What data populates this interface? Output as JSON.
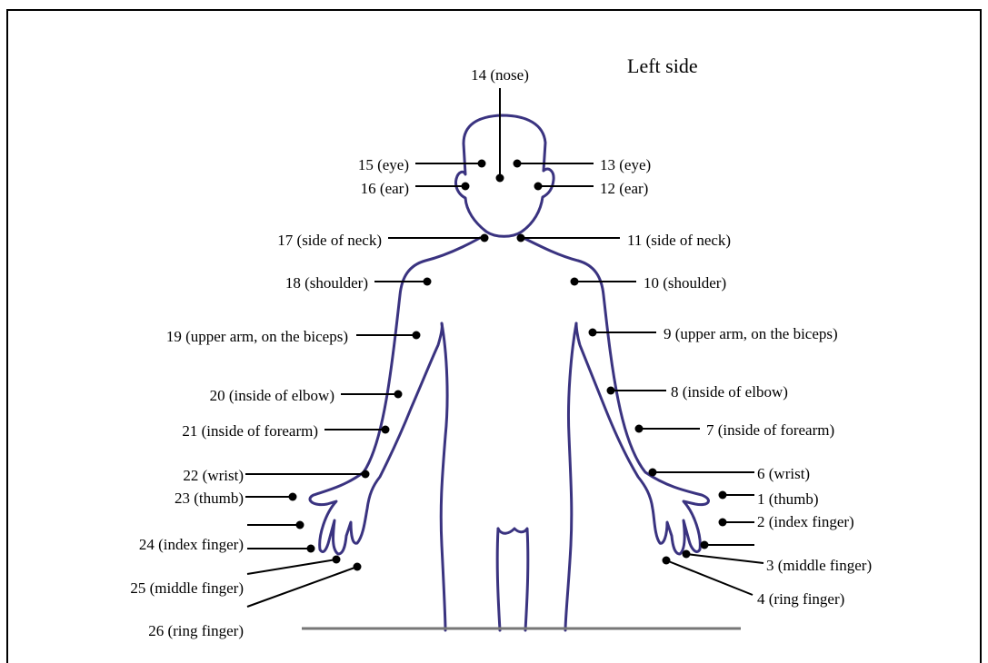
{
  "title": "Left side",
  "points": [
    {
      "id": "1",
      "text": "1 (thumb)"
    },
    {
      "id": "2",
      "text": "2 (index finger)"
    },
    {
      "id": "2b",
      "text": ""
    },
    {
      "id": "3",
      "text": "3 (middle finger)"
    },
    {
      "id": "4",
      "text": "4 (ring finger)"
    },
    {
      "id": "6",
      "text": "6 (wrist)"
    },
    {
      "id": "7",
      "text": "7 (inside of forearm)"
    },
    {
      "id": "8",
      "text": "8 (inside of elbow)"
    },
    {
      "id": "9",
      "text": "9 (upper arm, on the biceps)"
    },
    {
      "id": "10",
      "text": "10 (shoulder)"
    },
    {
      "id": "11",
      "text": "11 (side of neck)"
    },
    {
      "id": "12",
      "text": "12 (ear)"
    },
    {
      "id": "13",
      "text": "13 (eye)"
    },
    {
      "id": "14",
      "text": "14 (nose)"
    },
    {
      "id": "15",
      "text": "15 (eye)"
    },
    {
      "id": "16",
      "text": "16 (ear)"
    },
    {
      "id": "17",
      "text": "17 (side of neck)"
    },
    {
      "id": "18",
      "text": "18 (shoulder)"
    },
    {
      "id": "19",
      "text": "19 (upper arm, on the biceps)"
    },
    {
      "id": "20",
      "text": "20 (inside of elbow)"
    },
    {
      "id": "21",
      "text": "21 (inside of forearm)"
    },
    {
      "id": "22",
      "text": "22 (wrist)"
    },
    {
      "id": "23",
      "text": "23 (thumb)"
    },
    {
      "id": "23b",
      "text": ""
    },
    {
      "id": "24",
      "text": "24 (index finger)"
    },
    {
      "id": "25",
      "text": "25 (middle finger)"
    },
    {
      "id": "26",
      "text": "26 (ring finger)"
    }
  ]
}
